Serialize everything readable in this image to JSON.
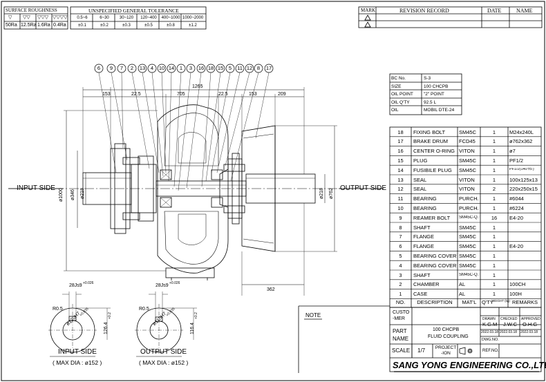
{
  "surface_roughness": {
    "title": "SURFACE ROUGHNESS",
    "symbols": [
      "▽",
      "▽▽",
      "▽▽▽",
      "▽▽▽▽"
    ],
    "values": [
      "50Ra",
      "12.5Ra",
      "1.6Ra",
      "0.4Ra"
    ]
  },
  "tolerance": {
    "title": "UNSPECIFIED GENERAL TOLERANCE",
    "ranges": [
      "0.5~6",
      "6~30",
      "30~120",
      "120~400",
      "400~1000",
      "1000~2000"
    ],
    "values": [
      "±0.1",
      "±0.2",
      "±0.3",
      "±0.5",
      "±0.8",
      "±1.2"
    ]
  },
  "revision": {
    "mark": "MARK",
    "record": "REVISION RECORD",
    "date": "DATE",
    "name": "NAME"
  },
  "callouts": [
    "6",
    "9",
    "7",
    "2",
    "13",
    "4",
    "10",
    "14",
    "1",
    "3",
    "16",
    "18",
    "15",
    "5",
    "11",
    "12",
    "8",
    "17"
  ],
  "dims": {
    "d153a": "153",
    "d22_5a": "22.5",
    "d705": "705",
    "d1265": "1265",
    "d22_5b": "22.5",
    "d153b": "153",
    "d209": "209",
    "d1000": "ø1000",
    "d346": "ø346",
    "d218a": "ø218",
    "d218b": "ø218",
    "d762": "ø762",
    "d362": "362"
  },
  "sides": {
    "input": "INPUT SIDE",
    "output": "OUTPUT SIDE"
  },
  "spec": [
    [
      "BC No.",
      "S-3"
    ],
    [
      "SIZE",
      "100 CHCPB"
    ],
    [
      "OIL POINT",
      "\"2\" POINT"
    ],
    [
      "OIL Q'TY",
      "92.5 L"
    ],
    [
      "OIL",
      "MOBIL DTE-24"
    ]
  ],
  "bom": [
    [
      "18",
      "FIXING BOLT",
      "SM45C",
      "1",
      "M24x240L"
    ],
    [
      "17",
      "BRAKE DRUM",
      "FCD45",
      "1",
      "ø762x362"
    ],
    [
      "16",
      "CENTER O-RING",
      "VITON",
      "1",
      "ø7"
    ],
    [
      "15",
      "PLUG",
      "SM45C",
      "1",
      "PF1/2"
    ],
    [
      "14",
      "FUSIBILE PLUG",
      "SM45C",
      "1",
      "PF1/2(140'±5')"
    ],
    [
      "13",
      "SEAL",
      "VITON",
      "1",
      "100x125x13"
    ],
    [
      "12",
      "SEAL",
      "VITON",
      "2",
      "220x250x15"
    ],
    [
      "11",
      "BEARING",
      "PURCH.",
      "1",
      "#6044"
    ],
    [
      "10",
      "BEARING",
      "PURCH.",
      "1",
      "#6224"
    ],
    [
      "9",
      "REAMER BOLT",
      "SM45C-Q.T",
      "16",
      "E4-20"
    ],
    [
      "8",
      "SHAFT",
      "SM45C",
      "1",
      ""
    ],
    [
      "7",
      "FLANGE",
      "SM45C",
      "1",
      ""
    ],
    [
      "6",
      "FLANGE",
      "SM45C",
      "1",
      "E4-20"
    ],
    [
      "5",
      "BEARING COVER",
      "SM45C",
      "1",
      ""
    ],
    [
      "4",
      "BEARING COVER",
      "SM45C",
      "1",
      ""
    ],
    [
      "3",
      "SHAFT",
      "SM45C-Q.T",
      "1",
      ""
    ],
    [
      "2",
      "CHAMBER",
      "AL",
      "1",
      "100CH"
    ],
    [
      "1",
      "CASE",
      "AL",
      "1",
      "100H"
    ]
  ],
  "bom_header": [
    "NO.",
    "DESCRIPTION",
    "MAT'L",
    "Q'TY",
    "WEIGHT (kg)",
    "REMARKS"
  ],
  "title_block": {
    "note": "NOTE",
    "customer": "CUSTO -MER",
    "part_label": "PART NAME",
    "part_line1": "100 CHCPB",
    "part_line2": "FLUID COUPLING",
    "drawn": "DRAWN",
    "checked": "CHECKED",
    "approved": "APPROVED",
    "drawn_by": "K.G.M",
    "checked_by": "J.W.C",
    "approved_by": "O.H.G",
    "drawn_date": "2022.03.18",
    "checked_date": "2022.03.18",
    "approved_date": "2022.03.18",
    "dwg_no": "DWG.NO.",
    "scale": "SCALE",
    "scale_value": "1/7",
    "projection": "PROJECT -ION",
    "ref_no": "REF.NO.",
    "company": "SANG YONG ENGINEERING CO.,LTD."
  },
  "input_detail": {
    "keyway": "28Js9",
    "keyway_tol": "+0.026",
    "r": "R0.5",
    "bore": "ø120H7",
    "bore_tol": "+0.035",
    "depth": "126.4",
    "depth_tol": "+0.2",
    "title": "INPUT SIDE",
    "max_dia": "( MAX DIA : ø152 )"
  },
  "output_detail": {
    "keyway": "28Js9",
    "keyway_tol": "+0.026",
    "r": "R0.5",
    "bore": "ø110H7",
    "bore_tol": "+0.035",
    "depth": "116.4",
    "depth_tol": "+0.2",
    "title": "OUTPUT SIDE",
    "max_dia": "( MAX DIA : ø152 )"
  }
}
